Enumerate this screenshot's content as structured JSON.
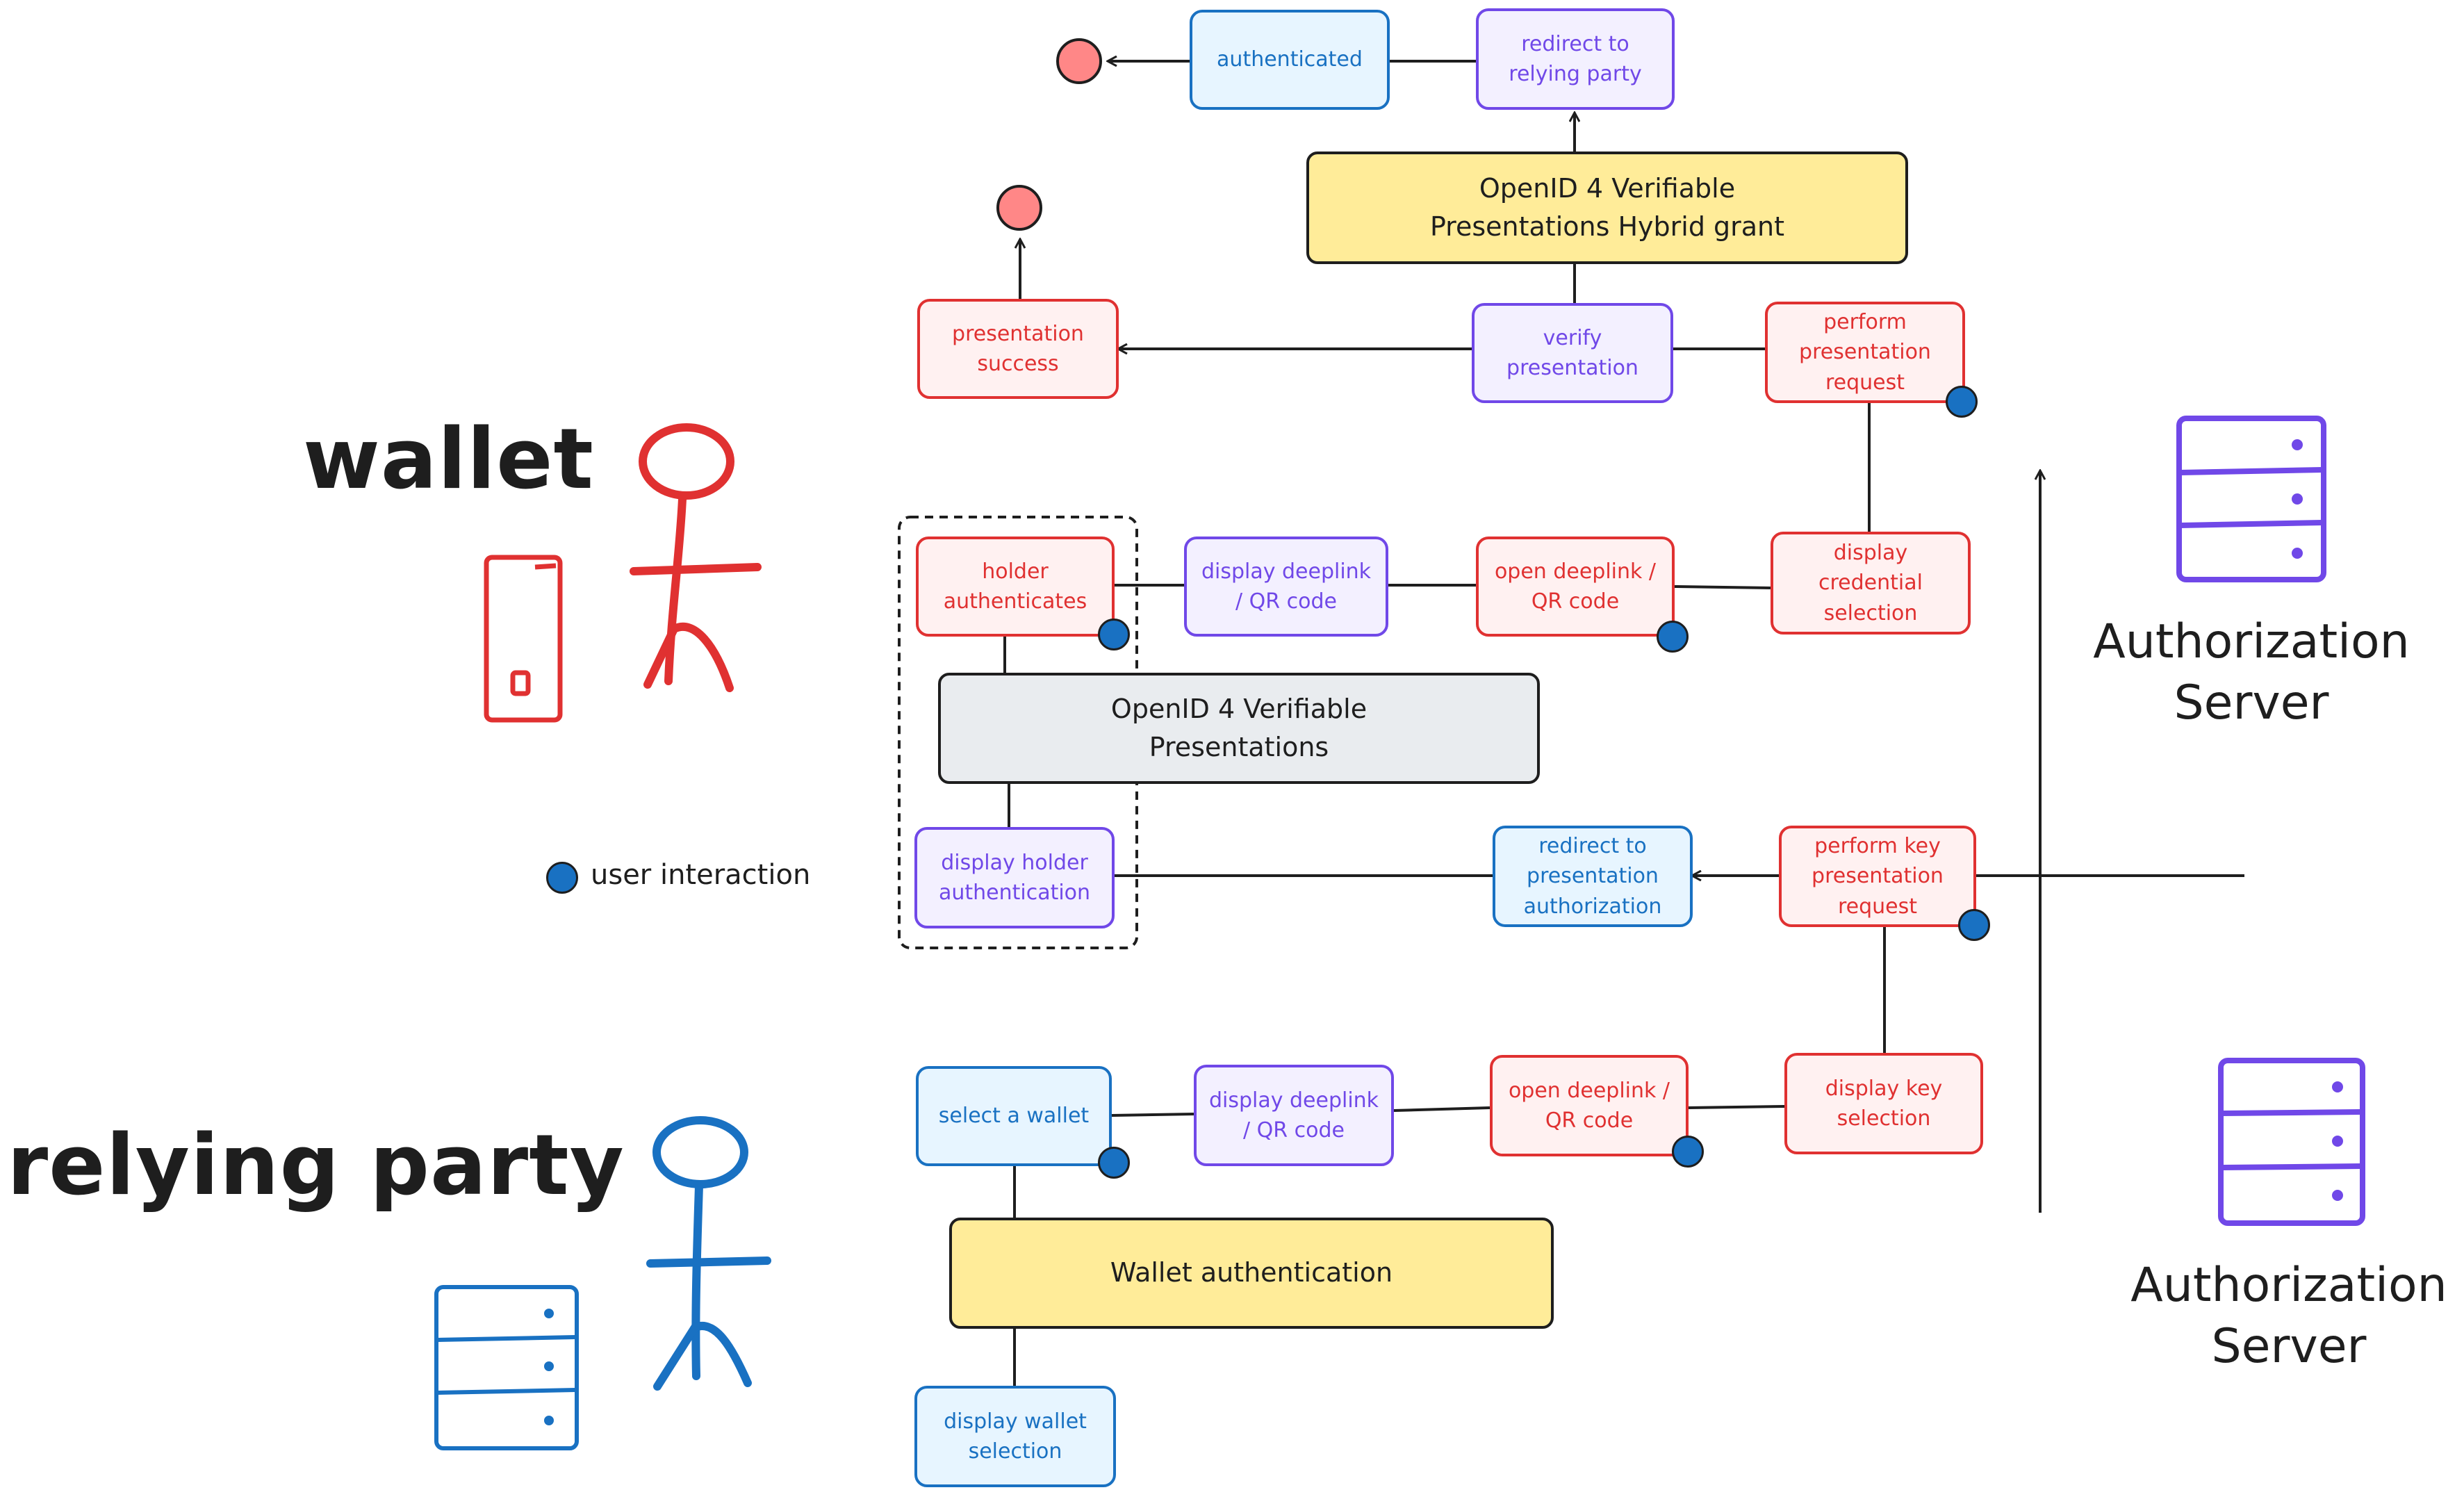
{
  "actors": {
    "wallet": "wallet",
    "relying_party": "relying party",
    "authorization_server_1": "Authorization\nServer",
    "authorization_server_2": "Authorization\nServer"
  },
  "legend": {
    "user_interaction": "user interaction"
  },
  "nodes": {
    "authenticated": "authenticated",
    "redirect_to_relying_party": "redirect to\nrelying party",
    "openid_hybrid_grant": "OpenID 4 Verifiable\nPresentations Hybrid grant",
    "presentation_success": "presentation\nsuccess",
    "verify_presentation": "verify\npresentation",
    "perform_presentation_request": "perform\npresentation\nrequest",
    "holder_authenticates": "holder\nauthenticates",
    "display_deeplink_qr_wallet": "display deeplink\n/ QR code",
    "open_deeplink_qr_wallet": "open deeplink /\nQR code",
    "display_credential_selection": "display\ncredential\nselection",
    "openid_vp": "OpenID 4 Verifiable\nPresentations",
    "display_holder_authentication": "display holder\nauthentication",
    "redirect_presentation_authorization": "redirect to\npresentation\nauthorization",
    "perform_key_presentation_request": "perform key\npresentation\nrequest",
    "select_a_wallet": "select a wallet",
    "display_deeplink_qr_rp": "display deeplink\n/ QR code",
    "open_deeplink_qr_rp": "open deeplink /\nQR code",
    "display_key_selection": "display key\nselection",
    "wallet_authentication": "Wallet authentication",
    "display_wallet_selection": "display wallet\nselection"
  },
  "colors": {
    "wallet_red": "#e03131",
    "relying_party_blue": "#1971c2",
    "server_purple": "#7048e8",
    "interaction_dot": "#1971c2",
    "end_state": "#ff8787",
    "highlight_yellow": "#ffec99",
    "neutral_gray": "#e9ecef"
  },
  "icons": {
    "wallet_actor": "stick-figure-icon",
    "wallet_device": "phone-icon",
    "relying_party_actor": "stick-figure-icon",
    "relying_party_server": "server-rack-icon",
    "authorization_server": "server-rack-icon",
    "end_state": "end-circle-icon",
    "interaction": "interaction-dot-icon"
  }
}
